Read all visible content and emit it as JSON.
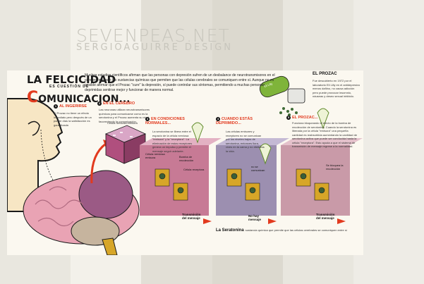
{
  "watermark": {
    "line1": "SEVENPEAS.NET",
    "line2": "SERGIOAGUIRRE DESIGN"
  },
  "colors": {
    "accent": "#e23a1e",
    "brain_pink": "#e9a3b4",
    "brain_purple": "#9b5a85",
    "skin": "#f7e6c4",
    "dark": "#1a1a1a",
    "gold": "#d7a628",
    "green": "#7fb43a"
  },
  "infographic": {
    "title_line1": "LA FELCICIDAD",
    "title_line2": "ES CUESTIÓN DE",
    "title_line3_first": "C",
    "title_line3_rest": "OMUNICACION...",
    "intro": "Muchos estudios científicos afirman que las personas con depresión sufren de un desbalance de neurotransmisores en el cerebro, que son las sustancias químicas que permiten que las células cerebrales se comuniquen entre sí. Aunque no es posible afirmar que el Prozac \"cure\" la depresión, sí puede controlar sus síntomas, permitiendo a muchas personas deprimidas sentirse mejor y funcionar de manera normal.",
    "prozac_title": "EL PROZAC",
    "prozac_text": "Fue descubierto en 1972 por el laboratorio Eli Lilly en el antidepresivo menos dañino, no causa adicción pero puede provocar insomnio, náuseas y deseo sexual inhibido.",
    "step1_title": "AL INGERIRSE",
    "step1_text": "El Prozac no tiene un efecto inmediato pero después de un par de días la satisfacción es garantizada",
    "step2_title": "EN EL CEREBRO",
    "step2_text": "Las neuronas utilizan neurotransmisores químicos para comunicarse como es la serotonina y el Prozac aumenta su nivel favoreciendo la comunicación.",
    "cell_label": "Célula nerviosa emisora",
    "step3_title": "EN CONDICIONES NORMALES...",
    "step3_text": "La serotonina se libera entre el espacio de la célula nerviosa \"emisora\" y la \"receptora\". La eliminación de estos receptores genera un impulso y permite el mensaje seguir adelante.",
    "step4_title": "CUANDO ESTÁS DEPRIMIDO...",
    "step4_text": "Las células emisores y receptores no se comunican por los niveles bajos de serotonina, entonces llora, vives en la cama y no disfrutas la vida.",
    "step5_title": "EL PROZAC...",
    "step5_text": "Funciona bloqueando el efecto de la bomba de recolección de serotonina. Cuando la serotonina es liberada por la célula \"emisora\" una pequeña cantidad es reabsorbida aumentando la cantidad de serotonina activa que puede ser conducida hasta la célula \"receptora\". Esto ayuda a que el sistema de transmisión de mensaje regrese a la normalidad.",
    "lbl_emisora": "Célula nerviosa emisora",
    "lbl_bomba": "Bomba de recolección",
    "lbl_receptora": "Célula receptora",
    "lbl_nocomunican": "no se comunican",
    "lbl_bloqueo": "Se bloquea la recolección",
    "cap1": "Transmisión del mensaje",
    "cap2": "No hay mensaje",
    "cap3": "Transmisión del mensaje",
    "footer_title": "La Seratonina",
    "footer_text": "sustancia química que permite que las células cerebrales se comuniquen entre sí",
    "pill_label": "Eli Lilly"
  }
}
